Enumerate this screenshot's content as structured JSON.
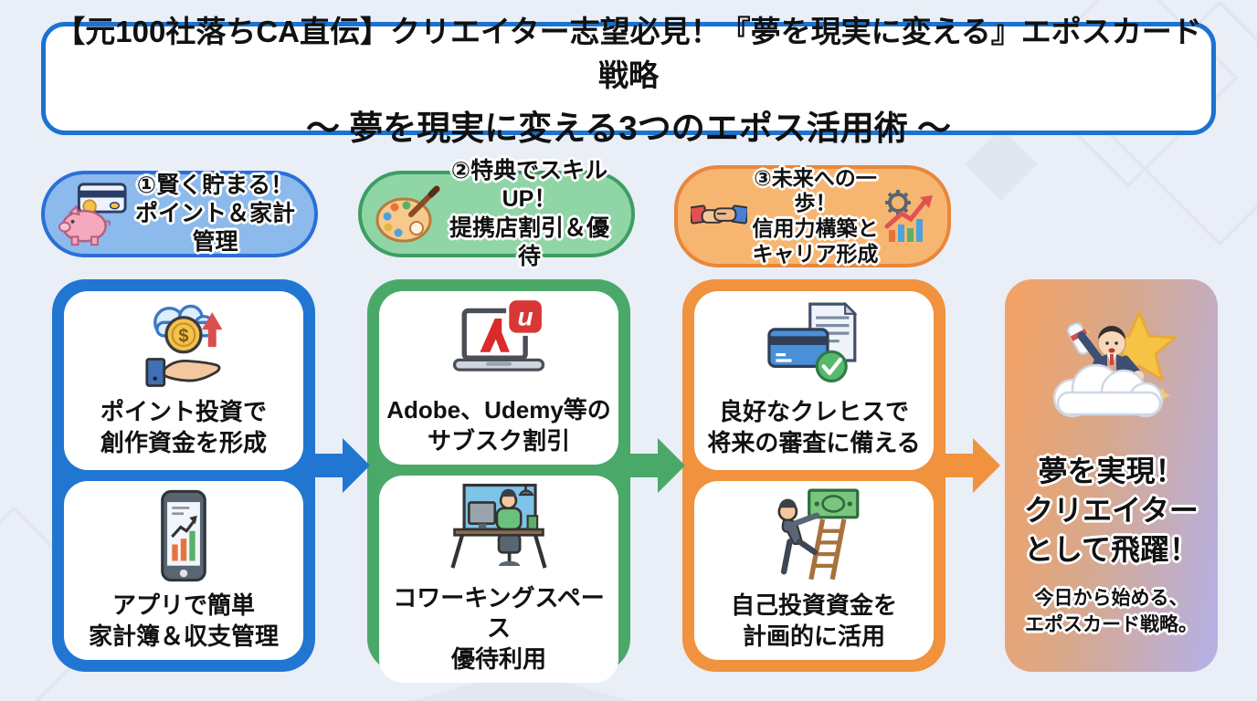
{
  "title": {
    "line1": "【元100社落ちCA直伝】クリエイター志望必見！『夢を現実に変える』エポスカード戦略",
    "line2": "～ 夢を現実に変える3つのエポス活用術 ～"
  },
  "columns": [
    {
      "header": {
        "line1": "①賢く貯まる！",
        "line2": "ポイント＆家計管理",
        "icon": "piggy-bank-card-icon"
      },
      "colors": {
        "main": "#2176d2",
        "light": "#8cbaec",
        "border": "#2b6fd6"
      },
      "boxes": [
        {
          "icon": "hand-coin-cloud-icon",
          "line1": "ポイント投資で",
          "line2": "創作資金を形成"
        },
        {
          "icon": "phone-chart-icon",
          "line1": "アプリで簡単",
          "line2": "家計簿＆収支管理"
        }
      ]
    },
    {
      "header": {
        "line1": "②特典でスキルUP！",
        "line2": "提携店割引＆優待",
        "icon": "palette-icon"
      },
      "colors": {
        "main": "#4aa968",
        "light": "#90d5a5",
        "border": "#3d9e62"
      },
      "boxes": [
        {
          "icon": "laptop-adobe-udemy-icon",
          "line1": "Adobe、Udemy等の",
          "line2": "サブスク割引"
        },
        {
          "icon": "coworking-desk-icon",
          "line1": "コワーキングスペース",
          "line2": "優待利用"
        }
      ]
    },
    {
      "header": {
        "line1": "③未来への一歩！",
        "line2": "信用力構築と",
        "line3": "キャリア形成",
        "icon_left": "handshake-icon",
        "icon_right": "growth-chart-gear-icon"
      },
      "colors": {
        "main": "#f0923e",
        "light": "#f6b671",
        "border": "#e8873a"
      },
      "boxes": [
        {
          "icon": "credit-card-document-check-icon",
          "line1": "良好なクレヒスで",
          "line2": "将来の審査に備える"
        },
        {
          "icon": "ladder-money-icon",
          "line1": "自己投資資金を",
          "line2": "計画的に活用"
        }
      ]
    }
  ],
  "result_panel": {
    "illustration": "man-on-cloud-with-star",
    "headline_line1": "夢を実現！",
    "headline_line2": "クリエイター",
    "headline_line3": "として飛躍！",
    "sub_line1": "今日から始める、",
    "sub_line2": "エポスカード戦略。",
    "gradient_left": "#f2a266",
    "gradient_right": "#b7b0e0"
  }
}
